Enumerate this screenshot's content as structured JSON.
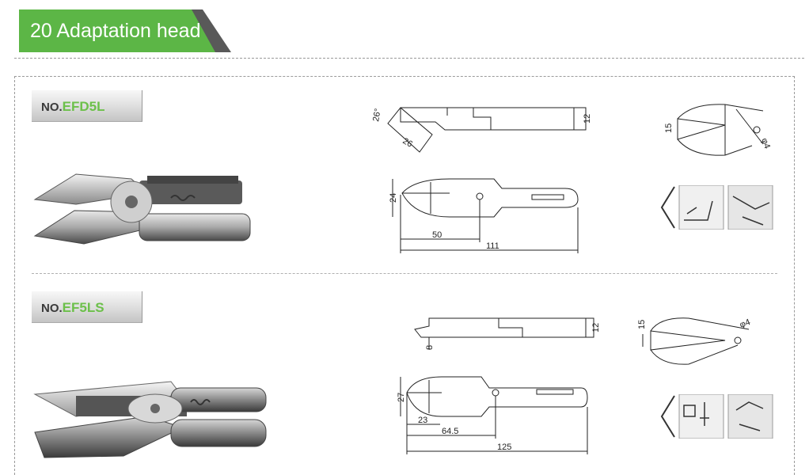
{
  "header": {
    "title": "20 Adaptation head"
  },
  "colors": {
    "accent_green": "#5cb646",
    "dark_gray": "#595959",
    "model_green": "#6cc04a"
  },
  "products": [
    {
      "prefix": "NO.",
      "model": "EFD5L",
      "dims": {
        "angle": "26°",
        "edge": "26",
        "thickness": "12",
        "height": "15",
        "hole": "φ4",
        "width": "24",
        "pivot": "50",
        "length": "111"
      }
    },
    {
      "prefix": "NO.",
      "model": "EF5LS",
      "dims": {
        "blade": "8",
        "thickness": "12",
        "height": "15",
        "hole": "φ4",
        "width": "27",
        "tip": "23",
        "pivot": "64.5",
        "length": "125"
      }
    }
  ]
}
